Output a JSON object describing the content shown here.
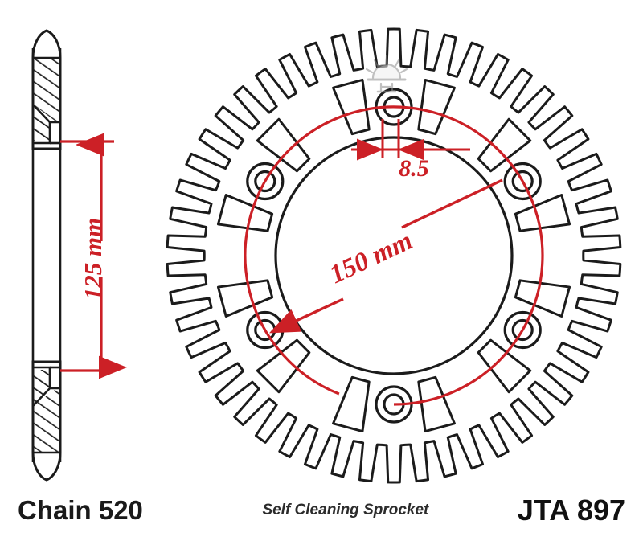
{
  "document": {
    "type": "technical-drawing",
    "subject": "rear sprocket",
    "colors": {
      "outline": "#1b1b1b",
      "dimension": "#cc2026",
      "paper": "#ffffff",
      "watermark": "#9a9a9a"
    }
  },
  "caption": {
    "chain_label": "Chain 520",
    "tagline": "Self Cleaning Sprocket",
    "part_number": "JTA 897"
  },
  "dimensions": {
    "thickness": {
      "value": "8.5",
      "label": "8.5",
      "view": "front",
      "description": "bolt hole diameter"
    },
    "bolt_circle": {
      "value": "150",
      "unit": "mm",
      "label": "150 mm",
      "view": "front",
      "description": "bolt circle diameter"
    },
    "inner_diameter": {
      "value": "125",
      "unit": "mm",
      "label": "125 mm",
      "view": "side",
      "description": "centre bore diameter"
    }
  },
  "side_view": {
    "name": "cross-section side view",
    "hatching": "section-lines"
  },
  "front_view": {
    "name": "front face view",
    "tooth_count": 50,
    "bolt_hole_count": 6,
    "cutout_count": 12,
    "logo": "sunrise-icon"
  }
}
